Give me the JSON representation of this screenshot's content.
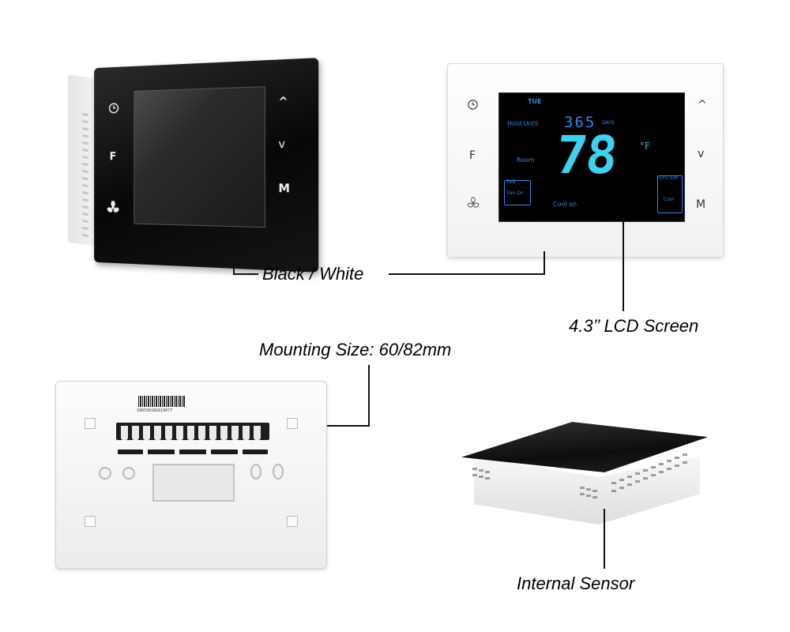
{
  "captions": {
    "black_white": "Black / White",
    "lcd_screen": "4.3’’ LCD Screen",
    "mounting_size": "Mounting Size: 60/82mm",
    "internal_sensor": "Internal Sensor"
  },
  "lcd": {
    "day": "TUE",
    "hold_until": "Hold Until",
    "days_value": "365",
    "days_unit": "DAYS",
    "room": "Room",
    "temperature": "78",
    "temp_unit": "°F",
    "fan_title": "FAN",
    "fan_value": "Fan On",
    "cool_on": "Cool on",
    "system_title": "SYSTEM",
    "system_value": "Cool"
  },
  "keys": {
    "fan_letter": "F",
    "mode_letter": "M",
    "up": "^",
    "down": "v"
  },
  "back_plate": {
    "barcode_text": "10033016G919077"
  },
  "colors": {
    "lcd_blue": "#2f86e8",
    "lcd_cyan": "#3fd0f0",
    "black_glass": "#070707",
    "white_glass": "#ffffff"
  }
}
